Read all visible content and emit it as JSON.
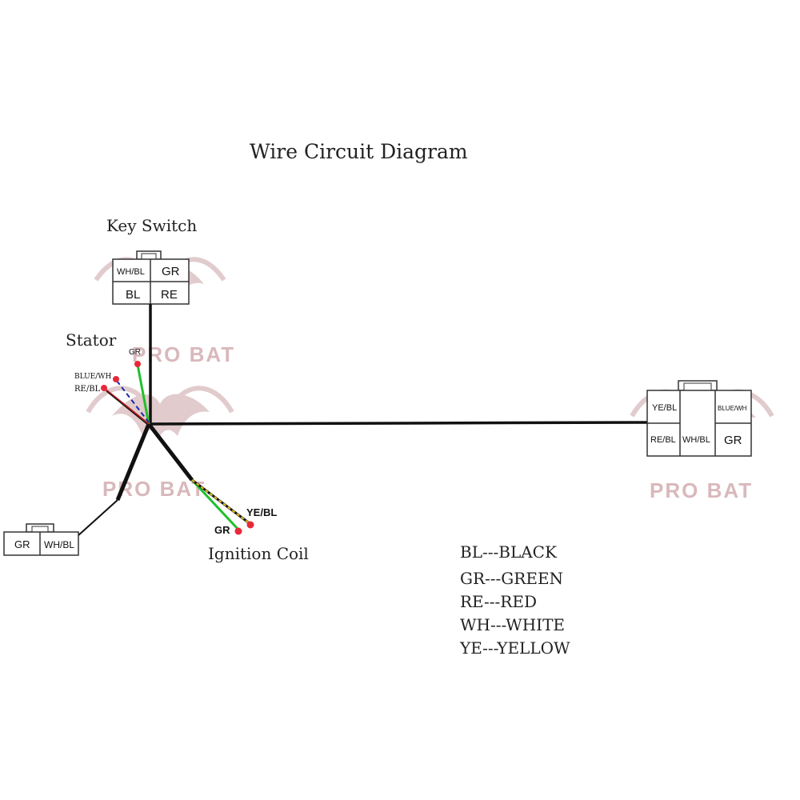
{
  "title": "Wire Circuit Diagram",
  "watermark": {
    "text": "PRO BAT",
    "color": "#c9a1a5"
  },
  "components": {
    "key_switch": {
      "label": "Key Switch",
      "pins": [
        "WH/BL",
        "GR",
        "BL",
        "RE"
      ]
    },
    "stator": {
      "label": "Stator",
      "wires": [
        "GR",
        "BLUE/WH",
        "RE/BL"
      ]
    },
    "ignition_coil": {
      "label": "Ignition Coil",
      "wires": [
        "YE/BL",
        "GR"
      ]
    },
    "left_connector": {
      "pins": [
        "GR",
        "WH/BL"
      ]
    },
    "right_connector": {
      "pins": [
        "YE/BL",
        "",
        "BLUE/WH",
        "RE/BL",
        "WH/BL",
        "GR"
      ]
    }
  },
  "legend": [
    {
      "text": "BL---BLACK"
    },
    {
      "text": "GR---GREEN"
    },
    {
      "text": "RE---RED"
    },
    {
      "text": "WH---WHITE"
    },
    {
      "text": "YE---YELLOW"
    }
  ],
  "colors": {
    "harness": "#111111",
    "green_wire": "#22c02c",
    "blue_wire": "#1a2aa8",
    "red_wire": "#b01818",
    "yellow_wire": "#e8c020",
    "terminal_dot": "#e8283a"
  }
}
